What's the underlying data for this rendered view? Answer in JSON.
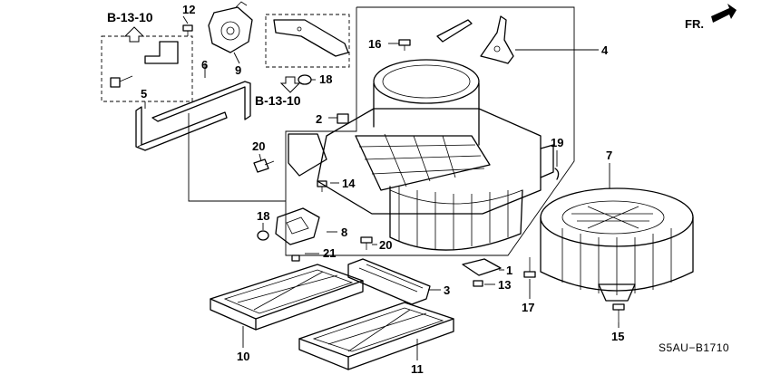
{
  "diagram": {
    "part_labels": {
      "p1": "1",
      "p2": "2",
      "p3": "3",
      "p4": "4",
      "p5": "5",
      "p6": "6",
      "p7": "7",
      "p8": "8",
      "p9": "9",
      "p10": "10",
      "p11": "11",
      "p12": "12",
      "p13": "13",
      "p14": "14",
      "p15": "15",
      "p16": "16",
      "p17": "17",
      "p18a": "18",
      "p18b": "18",
      "p19": "19",
      "p20a": "20",
      "p20b": "20",
      "p21": "21"
    },
    "ref_top": "B-13-10",
    "ref_mid": "B-13-10",
    "direction_label": "FR.",
    "diagram_code": "S5AU−B1710"
  }
}
